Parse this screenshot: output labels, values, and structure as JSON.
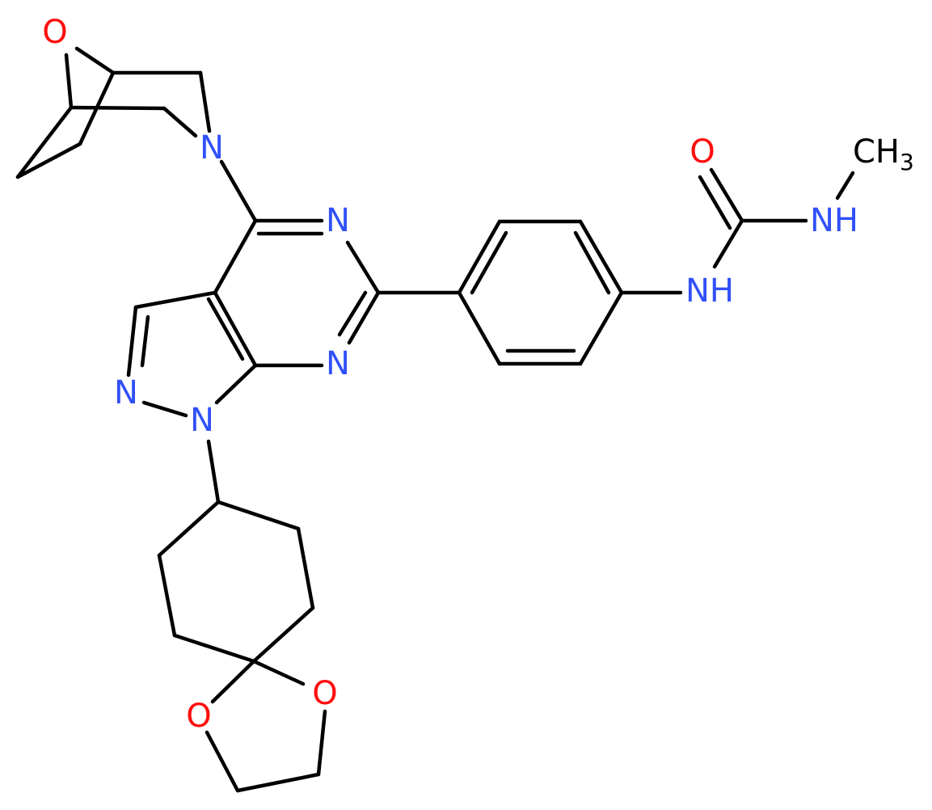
{
  "colors": {
    "bond": "#000000",
    "N": "#3050f8",
    "O": "#ff0d0d",
    "C": "#000000"
  },
  "labels": {
    "o_bridge": "O",
    "n_bicyclic": "N",
    "n_pyrimidine_top": "N",
    "n_pyrimidine_bottom": "N",
    "n_pyrazole_2": "N",
    "n_pyrazole_1": "N",
    "nh_anilide": "NH",
    "nh_methyl": "NH",
    "o_carbonyl": "O",
    "ch3_main": "CH",
    "ch3_sub": "3",
    "o_dioxolane_left": "O",
    "o_dioxolane_right": "O"
  }
}
